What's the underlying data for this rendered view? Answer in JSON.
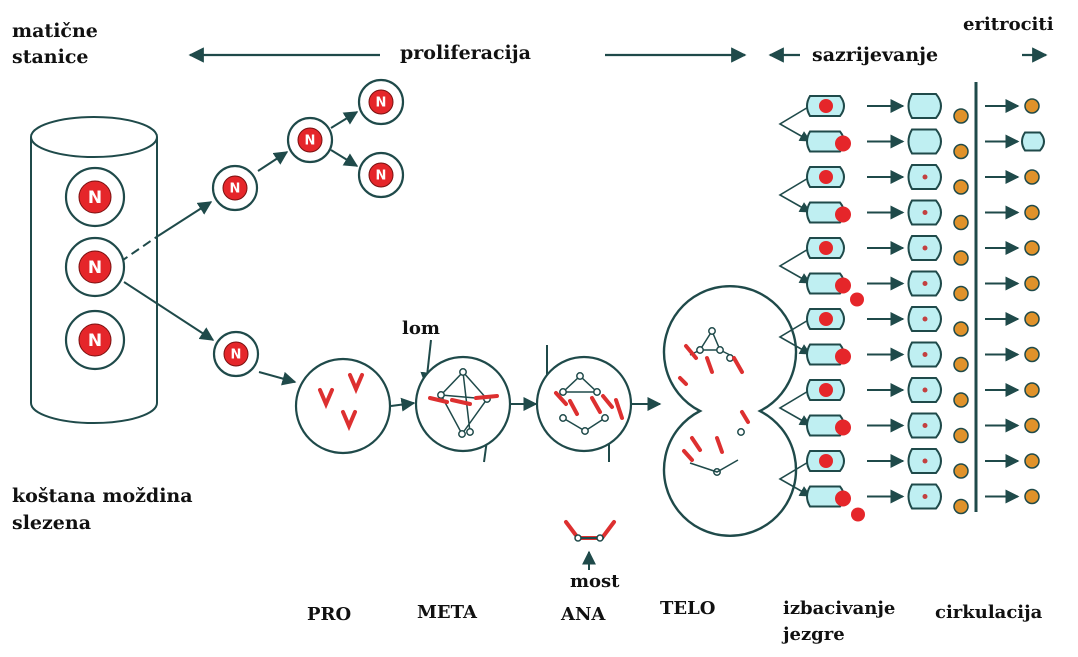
{
  "labels": {
    "maticne": "matične",
    "stanice": "stanice",
    "proliferacija": "proliferacija",
    "sazrijevanje": "sazrijevanje",
    "eritrociti": "eritrociti",
    "lom": "lom",
    "kostana": "koštana moždina",
    "slezena": "slezena",
    "most": "most",
    "pro": "PRO",
    "meta": "META",
    "ana": "ANA",
    "telo": "TELO",
    "izbacivanje": "izbacivanje",
    "jezgre": "jezgre",
    "cirkulacija": "cirkulacija"
  },
  "nucleus_letter": "N",
  "colors": {
    "outline": "#1f4a4a",
    "nucleus": "#e5262a",
    "chromosome": "#dd3030",
    "cell_cyan": "#bfeff2",
    "erythrocyte": "#e0922a"
  }
}
